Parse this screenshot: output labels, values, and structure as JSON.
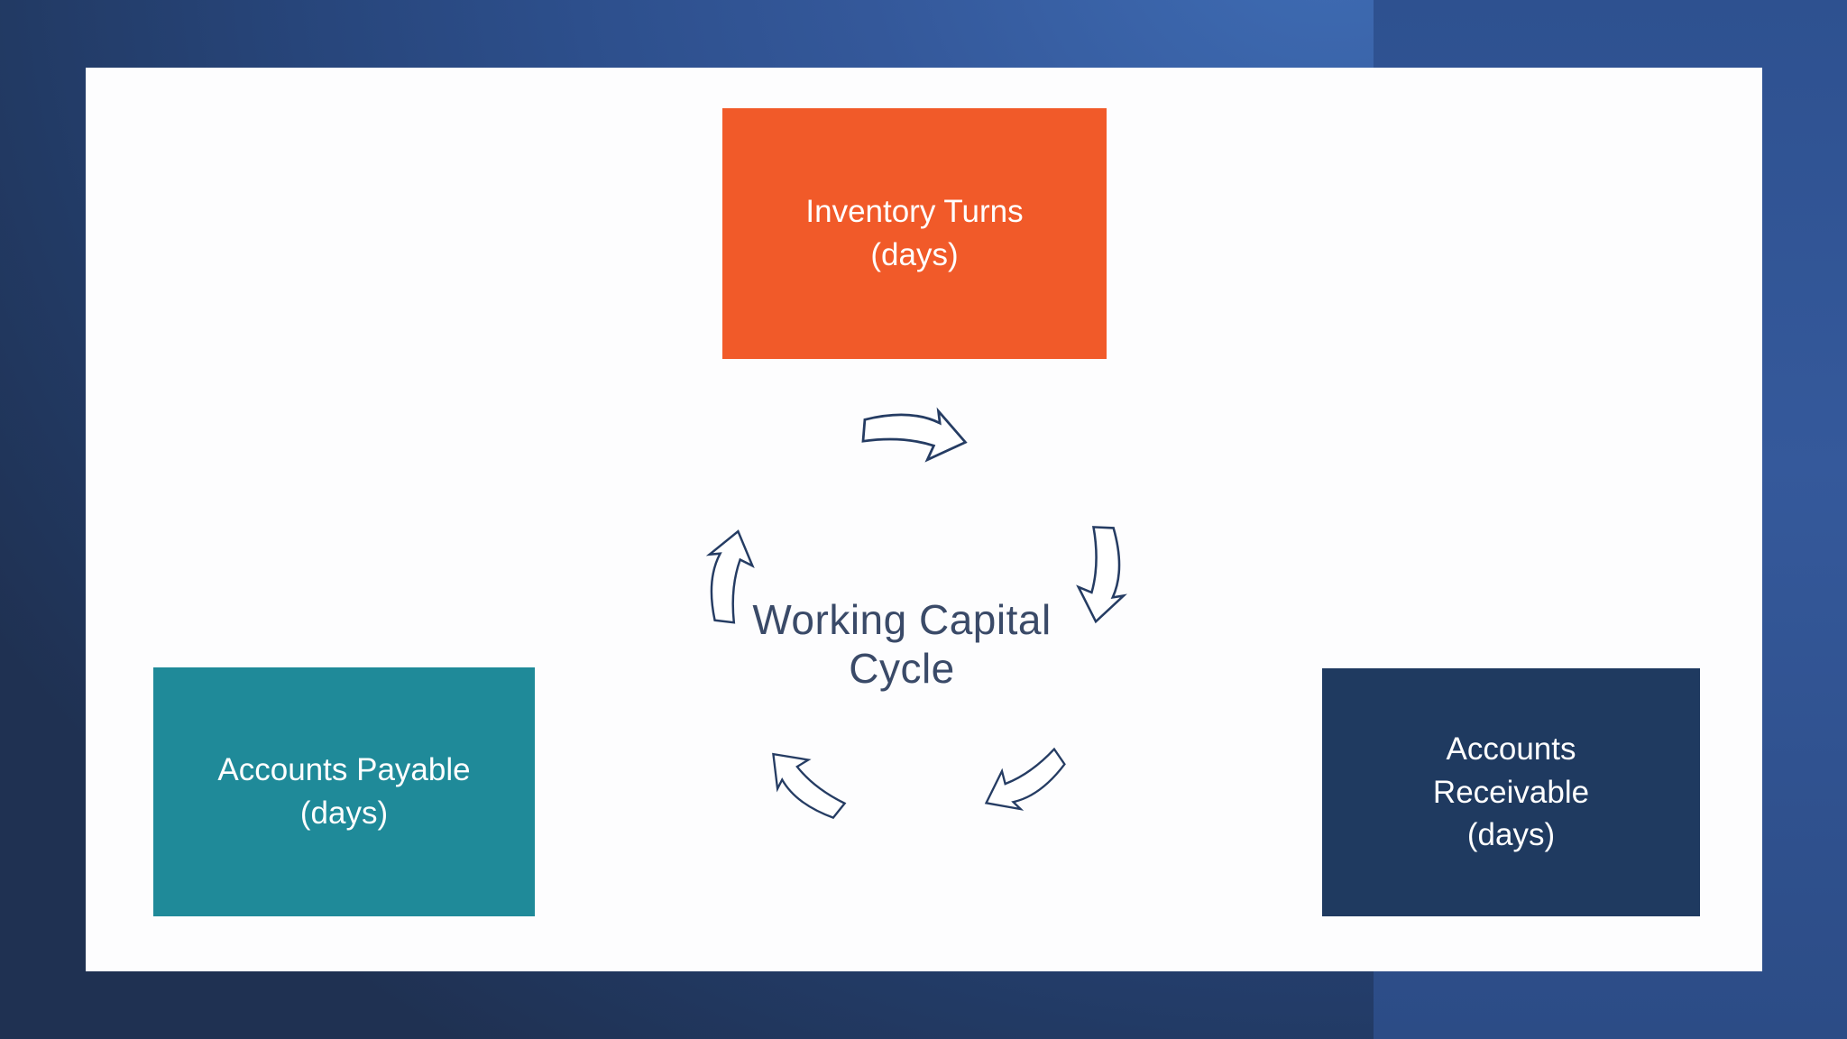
{
  "background": {
    "base_top": "#3F6DB5",
    "base_mid": "#2D4F8C",
    "base_dark": "#1F3152",
    "right_band_top": "#2E5190",
    "right_band_mid": "#35599B",
    "right_band_bottom": "#2C4C86",
    "slide_bg": "#FDFDFE"
  },
  "diagram": {
    "center_label": {
      "lines": [
        "Working Capital",
        "Cycle"
      ],
      "color": "#3A4A68"
    },
    "nodes": {
      "inventory": {
        "lines": [
          "Inventory Turns",
          "(days)"
        ],
        "fill": "#F15A29",
        "text_color": "#FFFFFF"
      },
      "payable": {
        "lines": [
          "Accounts Payable",
          "(days)"
        ],
        "fill": "#1F8A99",
        "text_color": "#FFFFFF"
      },
      "receivable": {
        "lines": [
          "Accounts",
          "Receivable",
          "(days)"
        ],
        "fill": "#1F3A60",
        "text_color": "#FFFFFF"
      }
    },
    "arrows": {
      "outline": "#253C63",
      "fill": "#FFFFFF",
      "names": [
        "cycle-arrow-top",
        "cycle-arrow-right",
        "cycle-arrow-bottom-right",
        "cycle-arrow-bottom-left",
        "cycle-arrow-left"
      ]
    }
  }
}
